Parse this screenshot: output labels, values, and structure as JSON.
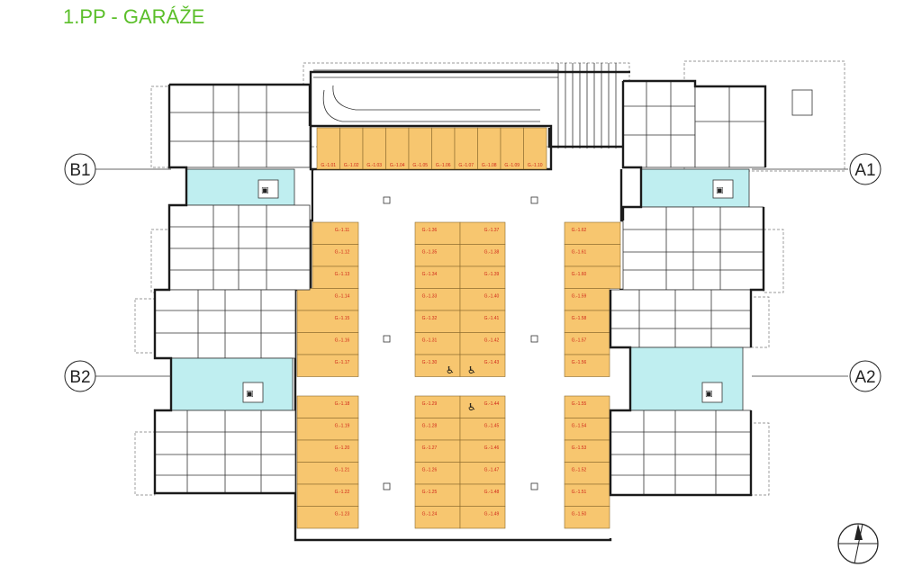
{
  "title": "1.PP - GARÁŽE",
  "cores": {
    "b1": "B1",
    "b2": "B2",
    "a1": "A1",
    "a2": "A2"
  },
  "spaces": {
    "top_row": [
      "G.-1.01",
      "G.-1.02",
      "G.-1.03",
      "G.-1.04",
      "G.-1.05",
      "G.-1.06",
      "G.-1.07",
      "G.-1.08",
      "G.-1.09",
      "G.-1.10"
    ],
    "left_column": [
      "G.-1.11",
      "G.-1.12",
      "G.-1.13",
      "G.-1.14",
      "G.-1.15",
      "G.-1.16",
      "G.-1.17",
      "G.-1.18",
      "G.-1.19",
      "G.-1.20",
      "G.-1.21",
      "G.-1.22",
      "G.-1.23"
    ],
    "center_left": [
      "G.-1.36",
      "G.-1.35",
      "G.-1.34",
      "G.-1.33",
      "G.-1.32",
      "G.-1.31",
      "G.-1.30",
      "G.-1.29",
      "G.-1.28",
      "G.-1.27",
      "G.-1.26",
      "G.-1.25",
      "G.-1.24"
    ],
    "center_right": [
      "G.-1.37",
      "G.-1.38",
      "G.-1.39",
      "G.-1.40",
      "G.-1.41",
      "G.-1.42",
      "G.-1.43",
      "G.-1.44",
      "G.-1.45",
      "G.-1.46",
      "G.-1.47",
      "G.-1.48",
      "G.-1.49"
    ],
    "right_column": [
      "G.-1.62",
      "G.-1.61",
      "G.-1.60",
      "G.-1.59",
      "G.-1.58",
      "G.-1.57",
      "G.-1.56",
      "G.-1.55",
      "G.-1.54",
      "G.-1.53",
      "G.-1.52",
      "G.-1.51",
      "G.-1.50"
    ]
  },
  "colors": {
    "title": "#5bbf2a",
    "parking_bay": "#f7c66f",
    "core": "#bfeef0",
    "space_label": "#d0281a"
  },
  "icons": [
    "north-arrow-icon",
    "wheelchair-icon",
    "elevator-icon"
  ]
}
